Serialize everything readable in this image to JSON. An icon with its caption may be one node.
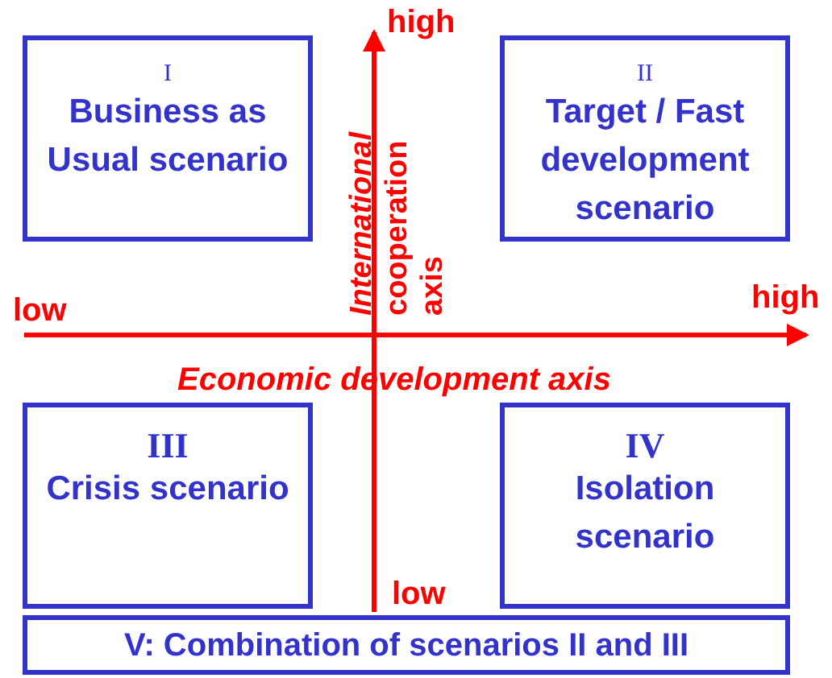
{
  "diagram": {
    "nodes": [
      {
        "text": [
          "I",
          "Business as Usual scenario"
        ]
      },
      {
        "text": [
          "II",
          "Target / Fast development scenario"
        ]
      },
      {
        "text": [
          "III",
          "Crisis scenario"
        ]
      },
      {
        "text": [
          "IV",
          "Isolation scenario"
        ]
      },
      {
        "text": [
          "V: Combination of scenarios II and III"
        ]
      }
    ],
    "edges": [],
    "labels": [
      "high",
      "*International* cooperation axis",
      "low",
      "high",
      "Economic development axis",
      "low"
    ]
  }
}
